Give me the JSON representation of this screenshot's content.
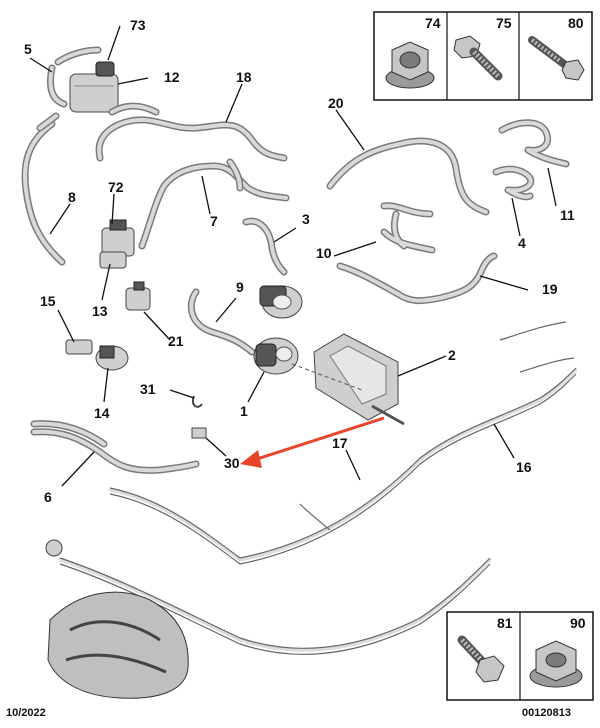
{
  "labels": {
    "p1": "1",
    "p2": "2",
    "p3": "3",
    "p4": "4",
    "p5": "5",
    "p6": "6",
    "p7": "7",
    "p8": "8",
    "p9": "9",
    "p10": "10",
    "p11": "11",
    "p12": "12",
    "p13": "13",
    "p14": "14",
    "p15": "15",
    "p16": "16",
    "p17": "17",
    "p18": "18",
    "p19": "19",
    "p20": "20",
    "p21": "21",
    "p30": "30",
    "p31": "31",
    "p72": "72",
    "p73": "73"
  },
  "fastener_box_top": {
    "items": [
      "74",
      "75",
      "80"
    ]
  },
  "fastener_box_bottom": {
    "items": [
      "81",
      "90"
    ]
  },
  "footer": {
    "date": "10/2022",
    "reference": "00120813"
  },
  "colors": {
    "arrow": "#e8452c",
    "line": "#111111",
    "part_fill": "#cfcfcf"
  }
}
